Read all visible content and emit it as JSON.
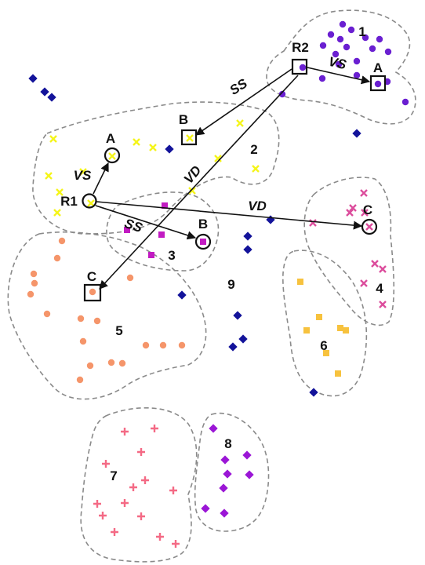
{
  "cluster_labels": [
    "1",
    "2",
    "3",
    "4",
    "5",
    "6",
    "7",
    "8",
    "9"
  ],
  "anchors": {
    "r1": "R1",
    "r2": "R2"
  },
  "targets": {
    "r1_a": "A",
    "r1_b": "B",
    "r1_c": "C",
    "r2_a": "A",
    "r2_b": "B",
    "r2_c": "C"
  },
  "relations": {
    "r1_a": "VS",
    "r1_b": "SS",
    "r1_c": "VD",
    "r2_a": "VS",
    "r2_b": "SS",
    "r2_c": "VD"
  },
  "colors": {
    "c1": "#6a1fd1",
    "c2": "#f5f51a",
    "c3": "#c21bc2",
    "c4": "#dc4d9c",
    "c5": "#f5956a",
    "c6": "#f7c23e",
    "c7": "#f46a85",
    "c8": "#9b16d6",
    "c9": "#13139a",
    "outline": "#8a8a8a",
    "ink": "#111111"
  },
  "markers": {
    "c1": "circle",
    "c2": "x-mark",
    "c3": "square",
    "c4": "x-mark",
    "c5": "circle",
    "c6": "square",
    "c7": "plus",
    "c8": "diamond",
    "c9": "diamond"
  }
}
